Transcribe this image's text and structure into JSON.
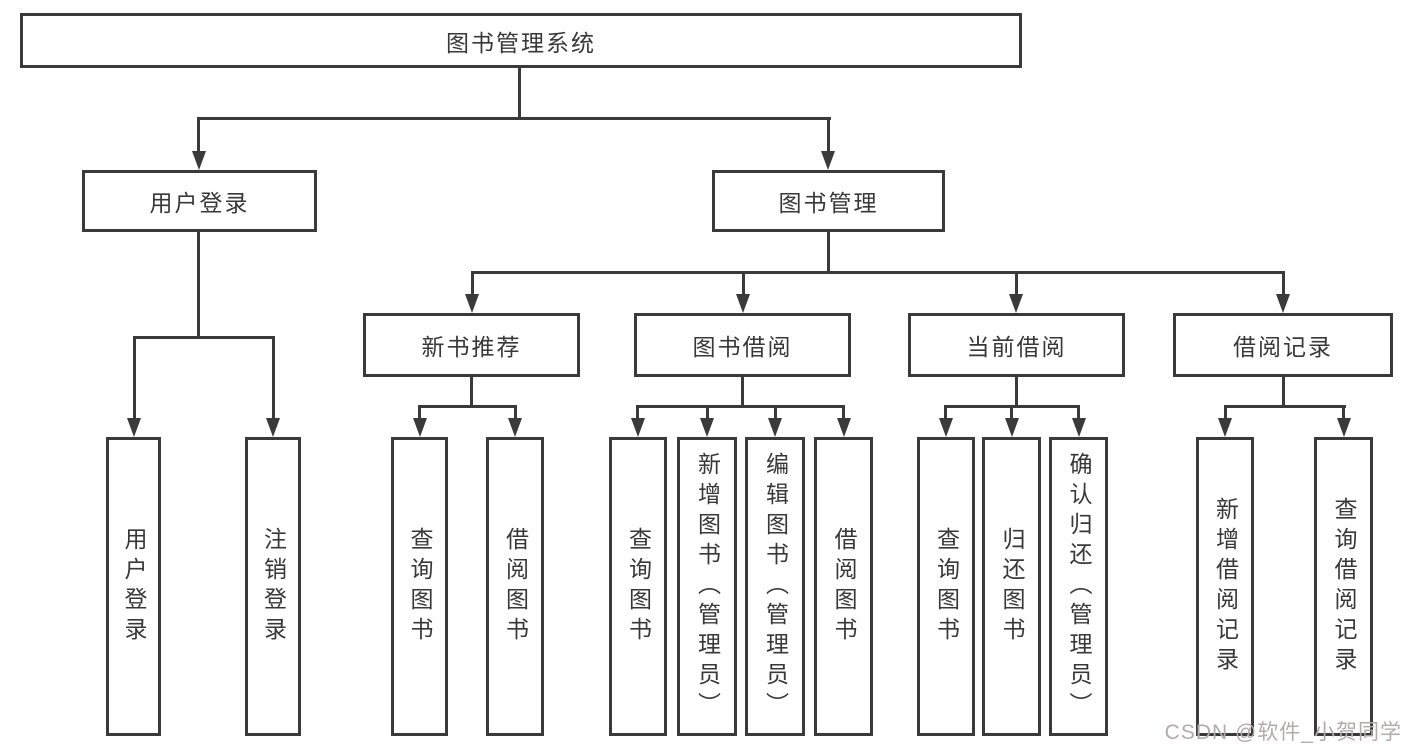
{
  "colors": {
    "background": "#ffffff",
    "line": "#3a3a3a",
    "box_border": "#3a3a3a",
    "text": "#383838",
    "watermark": "#b3abab"
  },
  "diagram": {
    "root_label": "图书管理系统",
    "branches": {
      "user_login": {
        "label": "用户登录",
        "children": [
          "用户登录",
          "注销登录"
        ]
      },
      "book_management": {
        "label": "图书管理",
        "children": {
          "new_book_recommendation": {
            "label": "新书推荐",
            "children": [
              "查询图书",
              "借阅图书"
            ]
          },
          "book_borrowing": {
            "label": "图书借阅",
            "children": [
              "查询图书",
              "新增图书（管理员）",
              "编辑图书（管理员）",
              "借阅图书"
            ]
          },
          "current_borrowing": {
            "label": "当前借阅",
            "children": [
              "查询图书",
              "归还图书",
              "确认归还（管理员）"
            ]
          },
          "borrowing_records": {
            "label": "借阅记录",
            "children": [
              "新增借阅记录",
              "查询借阅记录"
            ]
          }
        }
      }
    }
  },
  "watermark": {
    "text": "CSDN @软件_小贺同学"
  }
}
